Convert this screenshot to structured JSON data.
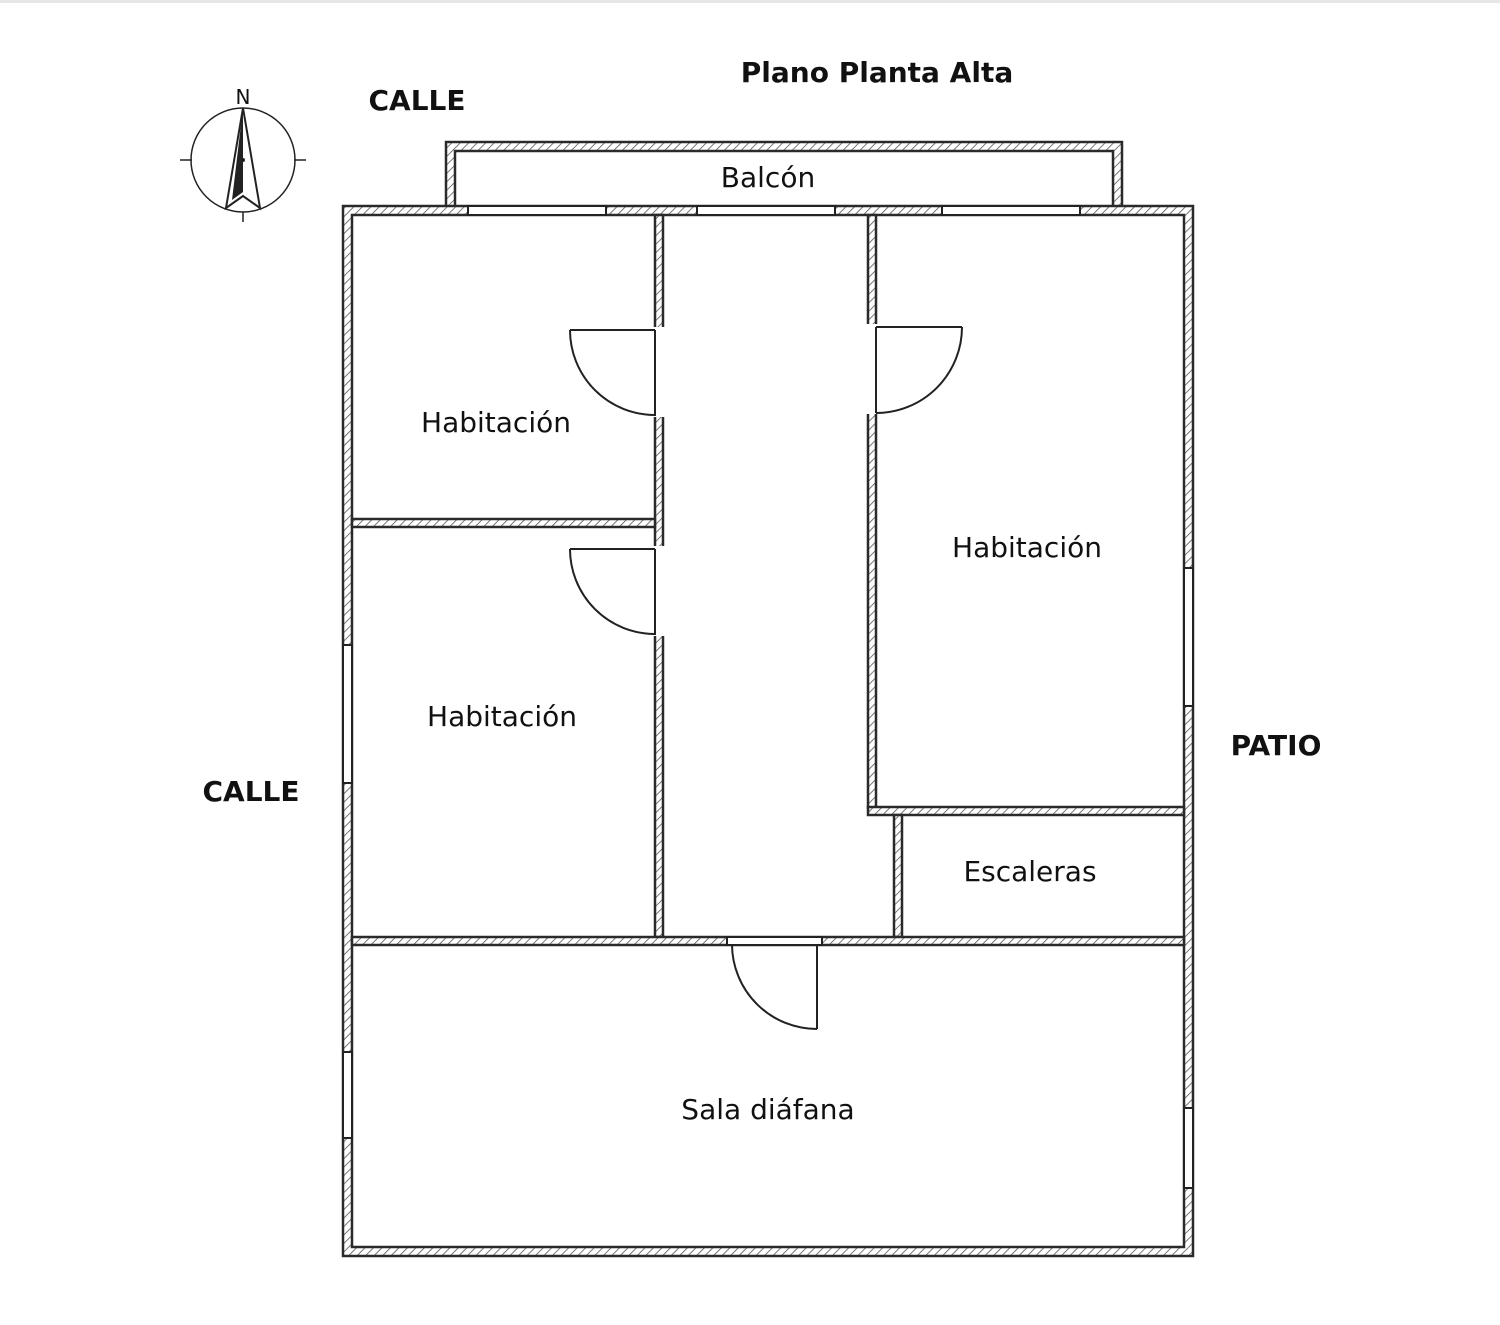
{
  "plan": {
    "title": "Plano Planta Alta",
    "street_top": "CALLE",
    "street_left": "CALLE",
    "patio": "PATIO",
    "compass_letter": "N"
  },
  "rooms": {
    "balcony": "Balcón",
    "bedroom_top_left": "Habitación",
    "bedroom_mid_left": "Habitación",
    "bedroom_right": "Habitación",
    "stairs": "Escaleras",
    "open_room": "Sala diáfana"
  },
  "colors": {
    "wall": "#2a2a2a",
    "background": "#ffffff"
  }
}
